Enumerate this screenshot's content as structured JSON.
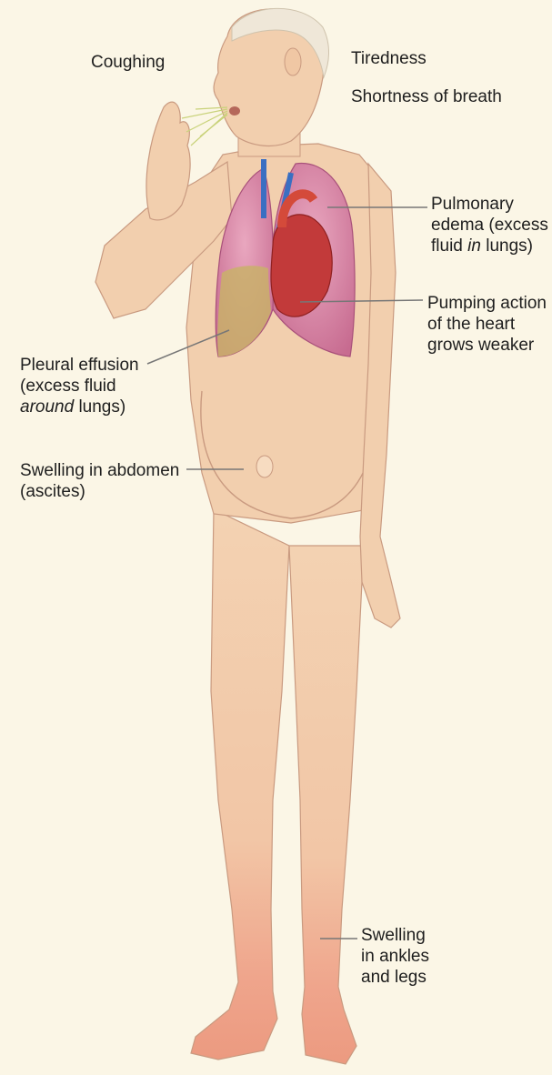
{
  "labels": {
    "coughing": "Coughing",
    "tiredness": "Tiredness",
    "shortness_of_breath": "Shortness of breath",
    "pulmonary_edema": {
      "line1": "Pulmonary",
      "line2": "edema (excess",
      "line3_before": "fluid ",
      "line3_em": "in",
      "line3_after": " lungs)"
    },
    "pumping_action": {
      "line1": "Pumping action",
      "line2": "of the heart",
      "line3": "grows weaker"
    },
    "pleural_effusion": {
      "line1": "Pleural effusion",
      "line2": "(excess fluid",
      "line3_em": "around",
      "line3_after": " lungs)"
    },
    "swelling_abdomen": {
      "line1": "Swelling in abdomen",
      "line2": "(ascites)"
    },
    "swelling_ankles": {
      "line1": "Swelling",
      "line2": "in ankles",
      "line3": "and legs"
    }
  },
  "colors": {
    "background": "#fbf6e6",
    "skin": "#f2cfae",
    "lung": "#d98aa8",
    "fluid": "#c9b06a",
    "heart": "#c23a3a",
    "leader_line": "#777777"
  }
}
